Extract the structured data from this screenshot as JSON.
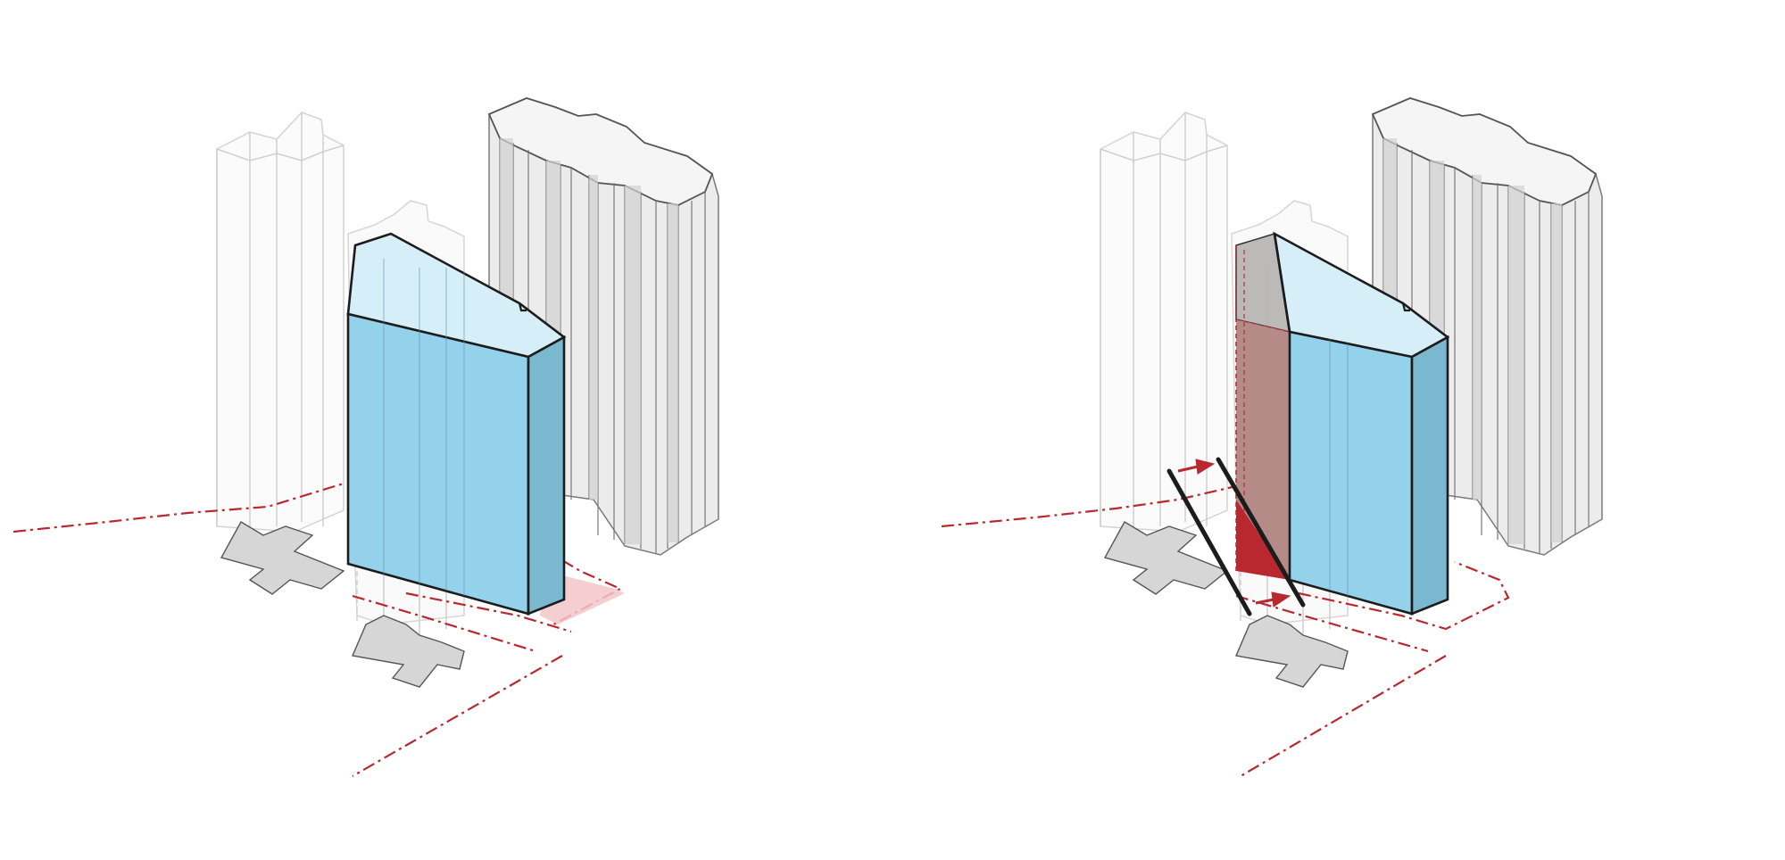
{
  "colors": {
    "background": "#ffffff",
    "tower_blue": "#93d2ea",
    "tower_blue_side": "#79b8cf",
    "tower_blue_roof": "#d5eef7",
    "removed_volume_red": "#b08580",
    "accent_red": "#b8282e",
    "neighbor_gray_face": "#eeeeee",
    "neighbor_gray_shade": "#d2d2d2",
    "ghost_outline": "#cfcfcf",
    "footprint_gray": "#d6d6d6",
    "outline_dark": "#1c1c1c"
  },
  "panels": [
    {
      "id": "before-carve",
      "components": [
        "ghost-tower-left",
        "ghost-tower-middle",
        "ribbed-tower-right",
        "blue-tower",
        "footprint-1",
        "footprint-2",
        "site-boundary-lines",
        "plaza-fill"
      ]
    },
    {
      "id": "after-carve",
      "components": [
        "ghost-tower-left",
        "ghost-tower-middle",
        "ribbed-tower-right",
        "blue-tower-carved",
        "carved-volume",
        "cut-plane",
        "view-arrows",
        "footprint-1",
        "footprint-2",
        "site-boundary-lines"
      ]
    }
  ]
}
